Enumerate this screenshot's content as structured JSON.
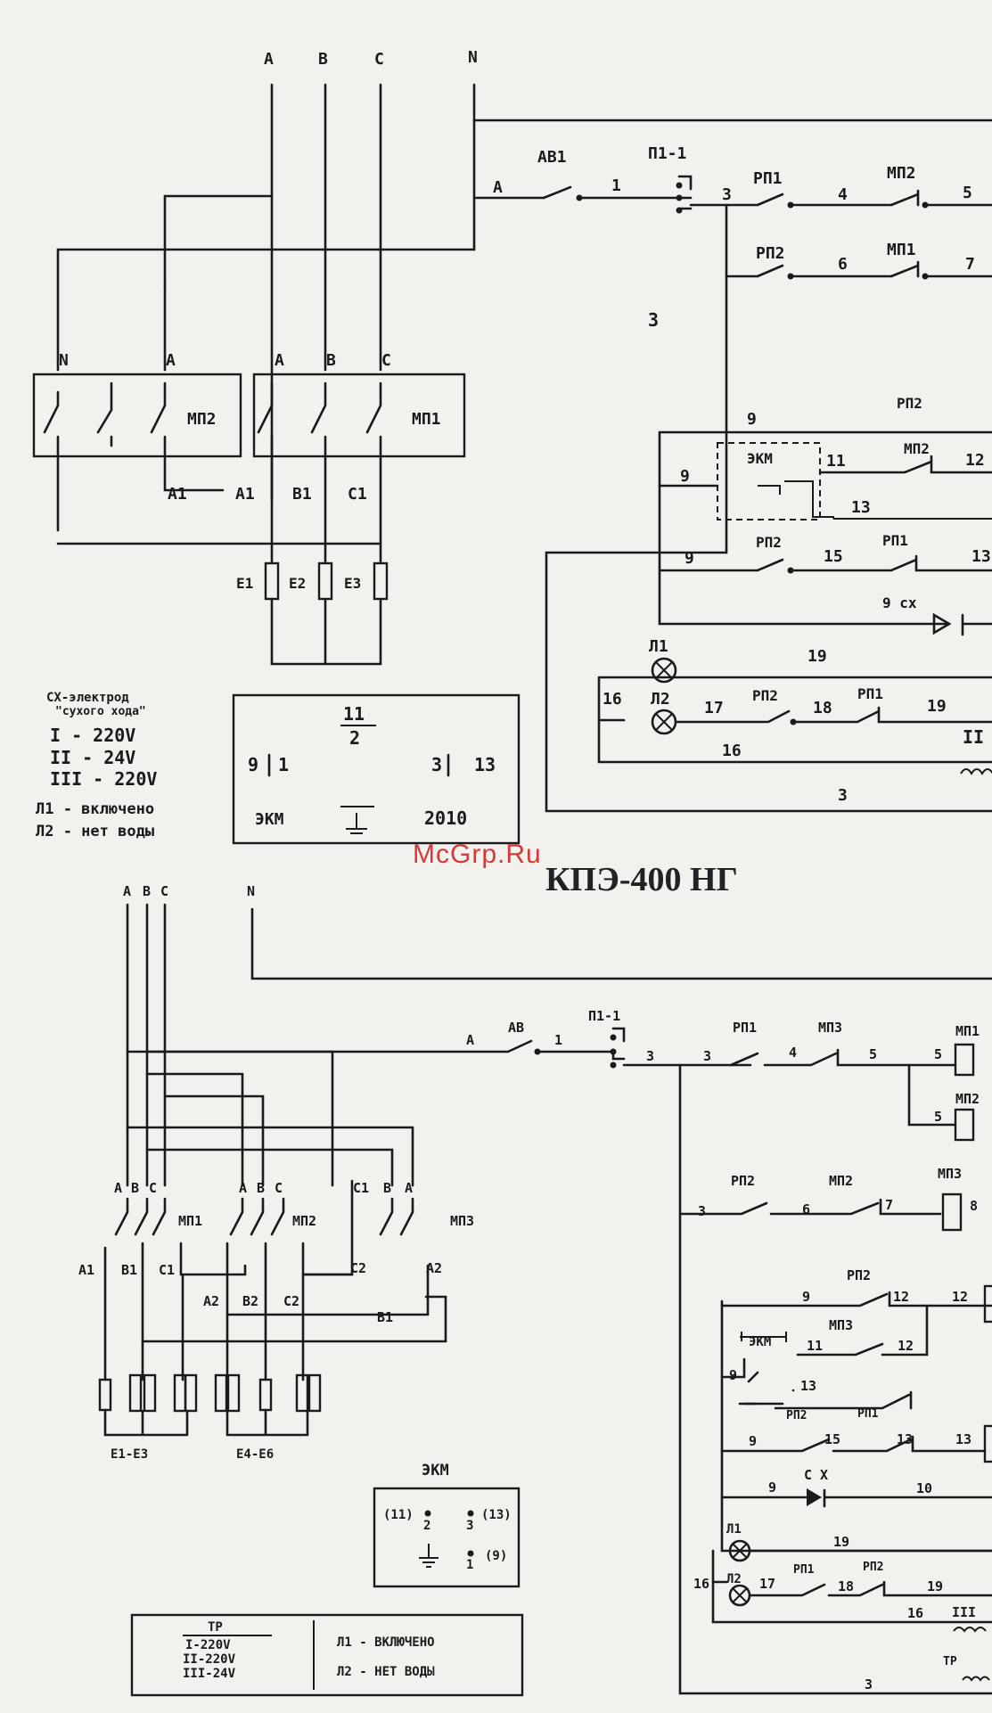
{
  "title": "КПЭ-400 НГ",
  "watermark": "McGrp.Ru",
  "top": {
    "phases": [
      "A",
      "B",
      "C",
      "N"
    ],
    "line_a": "A",
    "breaker": "АВ1",
    "switch": "П1-1",
    "rp1": "РП1",
    "mp2": "МП2",
    "rp2": "РП2",
    "mp1": "МП1",
    "wire": {
      "w1": "1",
      "w3": "3",
      "w4": "4",
      "w5": "5",
      "w6": "6",
      "w7": "7",
      "w3b": "3",
      "w9": "9",
      "w11": "11",
      "w12": "12",
      "w13": "13",
      "w15": "15",
      "w16": "16",
      "w17": "17",
      "w18": "18",
      "w19": "19",
      "w9cx": "9 сх",
      "w16b": "16",
      "w3c": "3"
    },
    "box_mp2": {
      "n": "N",
      "a": "A",
      "label": "МП2"
    },
    "box_mp1": {
      "a": "A",
      "b": "B",
      "c": "C",
      "label": "МП1"
    },
    "outs": {
      "a1": "A1",
      "a1b": "A1",
      "b1": "B1",
      "c1": "C1"
    },
    "heaters": [
      "Е1",
      "Е2",
      "Е3"
    ],
    "ekm": "ЭКМ",
    "lamp1": "Л1",
    "lamp2": "Л2",
    "rp2b": "РП2",
    "mp2b": "МП2",
    "rp2c": "РП2",
    "rp1b": "РП1",
    "roman2": "II",
    "legend": [
      "СХ-электрод",
      "\"сухого хода\"",
      "I - 220V",
      "II - 24V",
      "III - 220V",
      "Л1 - включено",
      "Л2 - нет воды"
    ],
    "ekm_box": {
      "top": "11",
      "mid": "2",
      "left_a": "9",
      "left_b": "1",
      "right_a": "3",
      "right_b": "13",
      "label": "ЭКМ",
      "year": "2010"
    }
  },
  "bottom": {
    "phases": [
      "A",
      "B",
      "C",
      "N"
    ],
    "line_a": "A",
    "breaker": "АВ",
    "w1": "1",
    "switch": "П1-1",
    "w3": "3",
    "w3b": "3",
    "rp1": "РП1",
    "w4": "4",
    "mp3": "МП3",
    "w5": "5",
    "w5b": "5",
    "mp1": "МП1",
    "w5c": "5",
    "mp2": "МП2",
    "rp2": "РП2",
    "w3c": "3",
    "w6": "6",
    "mp2b": "МП2",
    "w7": "7",
    "mp3b": "МП3",
    "w8": "8",
    "contactors": {
      "mp1": "МП1",
      "mp2": "МП2",
      "mp3": "МП3"
    },
    "phase_labels": [
      "A",
      "B",
      "C",
      "A",
      "B",
      "C",
      "C1",
      "B",
      "A"
    ],
    "out_labels": {
      "a1": "A1",
      "b1": "B1",
      "c1": "C1",
      "a2": "A2",
      "b2": "B2",
      "c2": "C2",
      "c2b": "C2",
      "a2b": "A2",
      "b1b": "B1"
    },
    "heaters": [
      "Е1-Е3",
      "Е4-Е6"
    ],
    "ctrl": {
      "rp2": "РП2",
      "w9": "9",
      "w12": "12",
      "w12b": "12",
      "ekm": "ЭКМ",
      "w11": "11",
      "mp3": "МП3",
      "w12c": "12",
      "w9b": "9",
      "w13": "13",
      "rp2b": "РП2",
      "rp1": "РП1",
      "w9c": "9",
      "w15": "15",
      "w13b": "13",
      "w13c": "13",
      "w9d": "9",
      "cx": "С Х",
      "w10": "10",
      "lamp1": "Л1",
      "w19": "19",
      "rp1b": "РП1",
      "rp2c": "РП2",
      "w16": "16",
      "lamp2": "Л2",
      "w17": "17",
      "w18": "18",
      "w19b": "19",
      "w16b": "16",
      "roman3": "III",
      "w3": "3",
      "tr": "ТР"
    },
    "ekm_box": {
      "label": "ЭКМ",
      "p11": "(11)",
      "p2": "2",
      "p13": "(13)",
      "p3": "3",
      "p9": "(9)",
      "p1": "1"
    },
    "tr_box": {
      "head": "ТР",
      "lines": [
        "I-220V",
        "II-220V",
        "III-24V"
      ],
      "l1": "Л1 - ВКЛЮЧЕНО",
      "l2": "Л2 - НЕТ ВОДЫ"
    }
  }
}
